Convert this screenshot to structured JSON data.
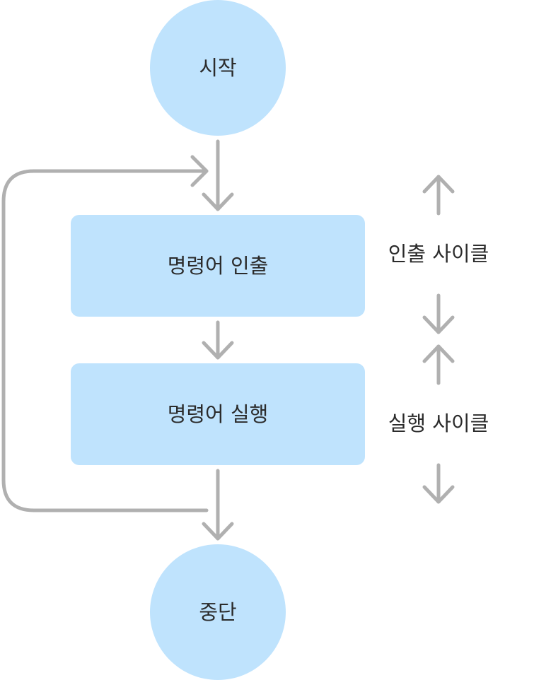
{
  "colors": {
    "node_fill": "#bfe3fd",
    "arrow": "#b0b0b0",
    "text": "#2b2b2b"
  },
  "nodes": {
    "start": {
      "label": "시작",
      "shape": "circle"
    },
    "fetch": {
      "label": "명령어 인출",
      "shape": "rounded-rect"
    },
    "execute": {
      "label": "명령어 실행",
      "shape": "rounded-rect"
    },
    "halt": {
      "label": "중단",
      "shape": "circle"
    }
  },
  "side_labels": {
    "fetch_cycle": "인출 사이클",
    "execute_cycle": "실행 사이클"
  }
}
